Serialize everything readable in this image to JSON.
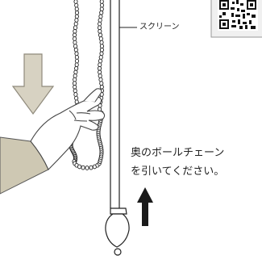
{
  "labels": {
    "screen": "スクリーン",
    "instruction_line1": "奥のボールチェーン",
    "instruction_line2": "を引いてください。"
  },
  "colors": {
    "line": "#222222",
    "down_arrow_fill": "#d7d2c2",
    "down_arrow_stroke": "#8f8a7c",
    "up_arrow": "#1a1a1a",
    "sleeve": "#cec8b3",
    "hand_stroke": "#444444",
    "qr_border": "#999999"
  },
  "icons": {
    "qr": "qr-code-icon",
    "down_arrow": "arrow-down-icon",
    "up_arrow": "arrow-up-icon"
  }
}
